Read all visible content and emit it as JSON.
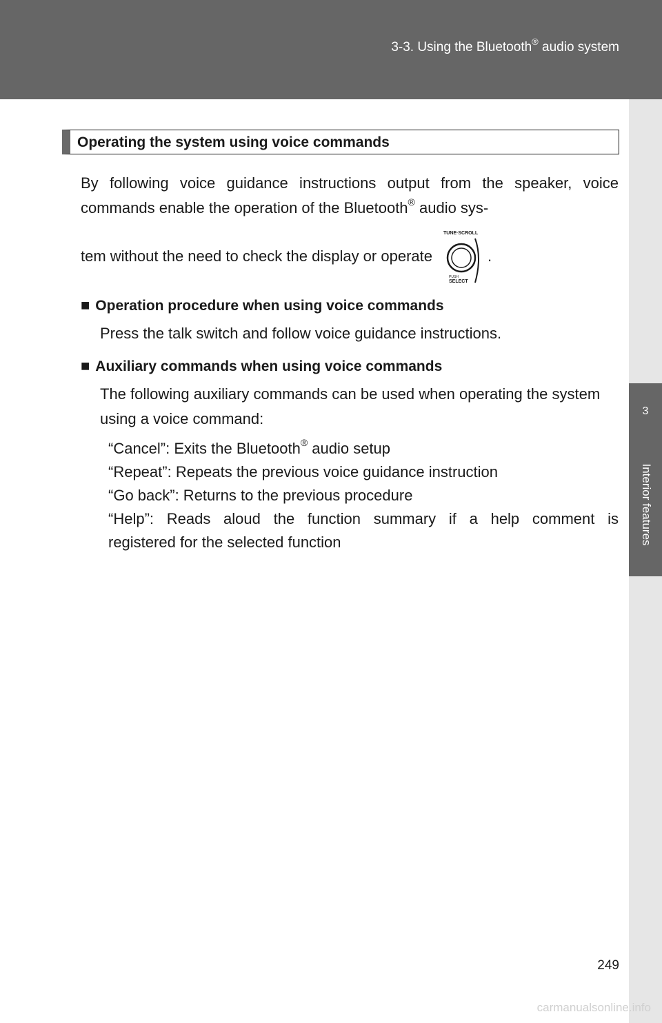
{
  "header": {
    "section_prefix": "3-3. Using the Bluetooth",
    "section_reg": "®",
    "section_suffix": " audio system"
  },
  "side_tab": {
    "number": "3",
    "label": "Interior features"
  },
  "section": {
    "title": "Operating the system using voice commands"
  },
  "intro": {
    "part1": "By following voice guidance instructions output from the speaker, voice commands enable the operation of the Bluetooth",
    "reg": "®",
    "part2": " audio sys-",
    "part3": "tem without the need to check the display or operate",
    "end": ".",
    "knob_label_top": "TUNE·SCROLL",
    "knob_label_push": "PUSH",
    "knob_label_bottom": "SELECT"
  },
  "procedure": {
    "bullet": "■",
    "heading": "Operation procedure when using voice commands",
    "text": "Press the talk switch and follow voice guidance instructions."
  },
  "auxiliary": {
    "bullet": "■",
    "heading": "Auxiliary commands when using voice commands",
    "text": "The following auxiliary commands can be used when operating the system using a voice command:",
    "commands": {
      "cancel_a": "“Cancel”: Exits the Bluetooth",
      "cancel_reg": "®",
      "cancel_b": " audio setup",
      "repeat": "“Repeat”: Repeats the previous voice guidance instruction",
      "goback": "“Go back”: Returns to the previous procedure",
      "help_a": "“Help”: Reads aloud the function summary if a help comment is",
      "help_b": "registered for the selected function"
    }
  },
  "page_number": "249",
  "watermark": "carmanualsonline.info"
}
